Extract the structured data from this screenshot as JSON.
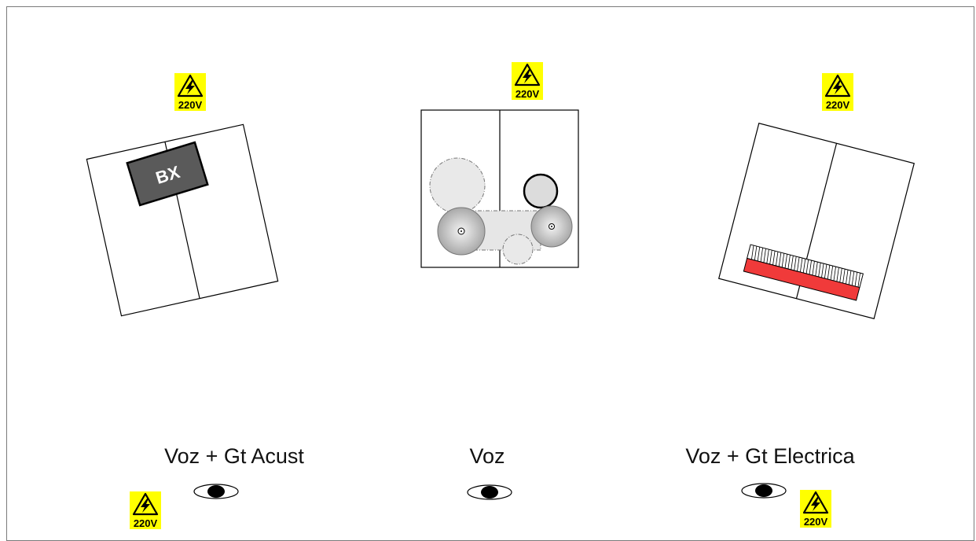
{
  "warning_sign": {
    "icon": "high-voltage-warning-icon",
    "voltage_text": "220V",
    "color": "#ffff00"
  },
  "stations": [
    {
      "id": "acustica",
      "label": "Voz + Gt Acust",
      "amp_label": "BX"
    },
    {
      "id": "voz",
      "label": "Voz"
    },
    {
      "id": "electrica",
      "label": "Voz + Gt Electrica"
    }
  ],
  "colors": {
    "amp_badge": "#5a5a5a",
    "red_bar": "#f03a3a",
    "drum_fill": "#e6e6e6"
  }
}
